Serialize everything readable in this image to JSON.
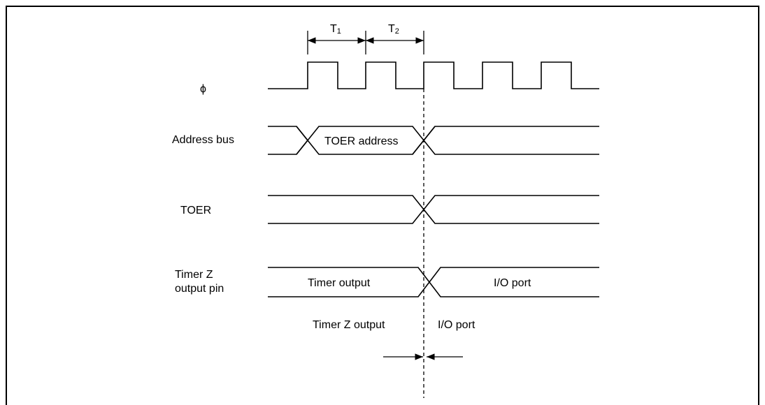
{
  "signals": {
    "phi": "ϕ",
    "address_bus": "Address bus",
    "toer": "TOER",
    "timer_z_line1": "Timer Z",
    "timer_z_line2": "output pin"
  },
  "values": {
    "toer_address": "TOER address",
    "timer_output": "Timer output",
    "io_port": "I/O port"
  },
  "timing": {
    "t1": "T",
    "t1_sub": "1",
    "t2": "T",
    "t2_sub": "2"
  },
  "bottom": {
    "timer_z_output": "Timer Z output",
    "io_port": "I/O port"
  }
}
